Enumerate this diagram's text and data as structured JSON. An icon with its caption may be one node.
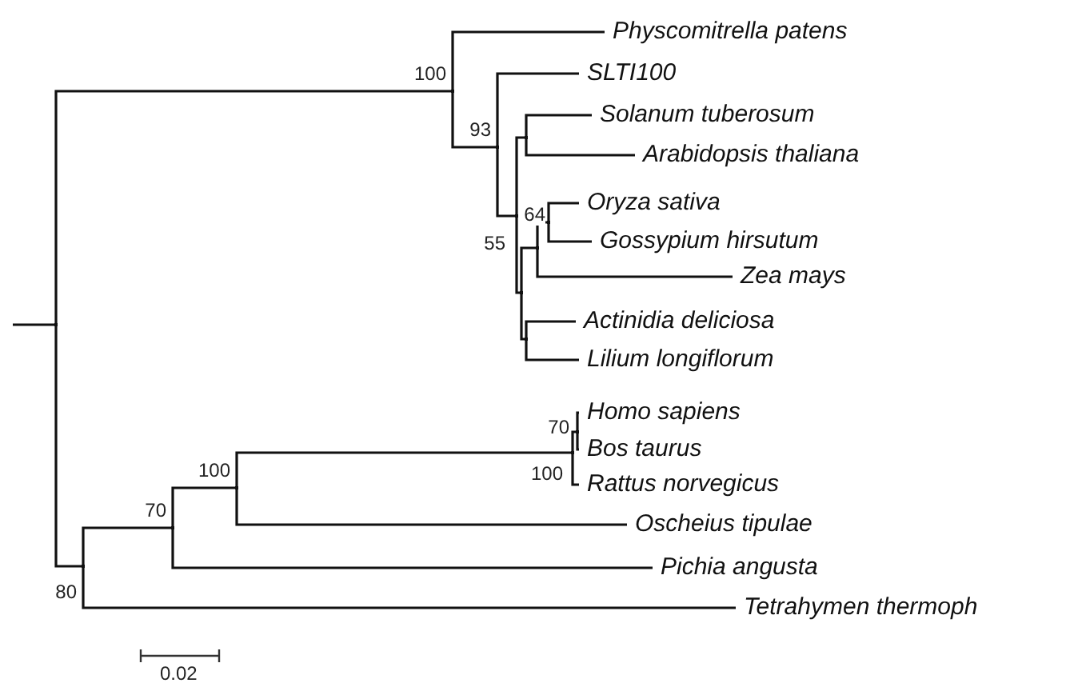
{
  "diagram": {
    "nodes": [
      {
        "text": [],
        "shape": "point"
      },
      {
        "text": [],
        "shape": "point",
        "beside": [
          "100"
        ]
      },
      {
        "text": [
          "Physcomitrella patens"
        ]
      },
      {
        "text": [],
        "shape": "point",
        "beside": [
          "93"
        ]
      },
      {
        "text": [
          "SLTI100"
        ]
      },
      {
        "text": [],
        "shape": "point",
        "beside": [
          "55"
        ]
      },
      {
        "text": [],
        "shape": "point"
      },
      {
        "text": [
          "Solanum tuberosum"
        ]
      },
      {
        "text": [
          "Arabidopsis thaliana"
        ]
      },
      {
        "text": [],
        "shape": "point"
      },
      {
        "text": [],
        "shape": "point"
      },
      {
        "text": [],
        "shape": "point",
        "beside": [
          "64"
        ]
      },
      {
        "text": [
          "Oryza sativa"
        ]
      },
      {
        "text": [
          "Gossypium hirsutum"
        ]
      },
      {
        "text": [
          "Zea mays"
        ]
      },
      {
        "text": [],
        "shape": "point"
      },
      {
        "text": [
          "Actinidia deliciosa"
        ]
      },
      {
        "text": [
          "Lilium longiflorum"
        ]
      },
      {
        "text": [],
        "shape": "point",
        "beside": [
          "80"
        ]
      },
      {
        "text": [],
        "shape": "point",
        "beside": [
          "70"
        ]
      },
      {
        "text": [],
        "shape": "point",
        "beside": [
          "100"
        ]
      },
      {
        "text": [],
        "shape": "point",
        "beside": [
          "100"
        ]
      },
      {
        "text": [],
        "shape": "point",
        "beside": [
          "70"
        ]
      },
      {
        "text": [
          "Homo sapiens"
        ]
      },
      {
        "text": [
          "Bos taurus"
        ]
      },
      {
        "text": [
          "Rattus norvegicus"
        ]
      },
      {
        "text": [
          "Oscheius tipulae"
        ]
      },
      {
        "text": [
          "Pichia angusta"
        ]
      },
      {
        "text": [
          "Tetrahymen thermoph"
        ]
      }
    ],
    "edges": [
      {
        "from": null,
        "to": 0,
        "arrow": "none"
      },
      {
        "from": 0,
        "to": 1,
        "arrow": "none"
      },
      {
        "from": 1,
        "to": 2,
        "arrow": "none"
      },
      {
        "from": 1,
        "to": 3,
        "arrow": "none"
      },
      {
        "from": 3,
        "to": 4,
        "arrow": "none"
      },
      {
        "from": 3,
        "to": 5,
        "arrow": "none"
      },
      {
        "from": 5,
        "to": 6,
        "arrow": "none"
      },
      {
        "from": 6,
        "to": 7,
        "arrow": "none"
      },
      {
        "from": 6,
        "to": 8,
        "arrow": "none"
      },
      {
        "from": 5,
        "to": 9,
        "arrow": "none"
      },
      {
        "from": 9,
        "to": 10,
        "arrow": "none"
      },
      {
        "from": 10,
        "to": 11,
        "arrow": "none"
      },
      {
        "from": 11,
        "to": 12,
        "arrow": "none"
      },
      {
        "from": 11,
        "to": 13,
        "arrow": "none"
      },
      {
        "from": 10,
        "to": 14,
        "arrow": "none"
      },
      {
        "from": 9,
        "to": 15,
        "arrow": "none"
      },
      {
        "from": 15,
        "to": 16,
        "arrow": "none"
      },
      {
        "from": 15,
        "to": 17,
        "arrow": "none"
      },
      {
        "from": 0,
        "to": 18,
        "arrow": "none"
      },
      {
        "from": 18,
        "to": 19,
        "arrow": "none"
      },
      {
        "from": 19,
        "to": 20,
        "arrow": "none"
      },
      {
        "from": 20,
        "to": 21,
        "arrow": "none"
      },
      {
        "from": 21,
        "to": 22,
        "arrow": "none"
      },
      {
        "from": 22,
        "to": 23,
        "arrow": "none"
      },
      {
        "from": 22,
        "to": 24,
        "arrow": "none"
      },
      {
        "from": 21,
        "to": 25,
        "arrow": "none"
      },
      {
        "from": 20,
        "to": 26,
        "arrow": "none"
      },
      {
        "from": 19,
        "to": 27,
        "arrow": "none"
      },
      {
        "from": 18,
        "to": 28,
        "arrow": "none"
      }
    ],
    "labels": [
      "0.02"
    ]
  }
}
